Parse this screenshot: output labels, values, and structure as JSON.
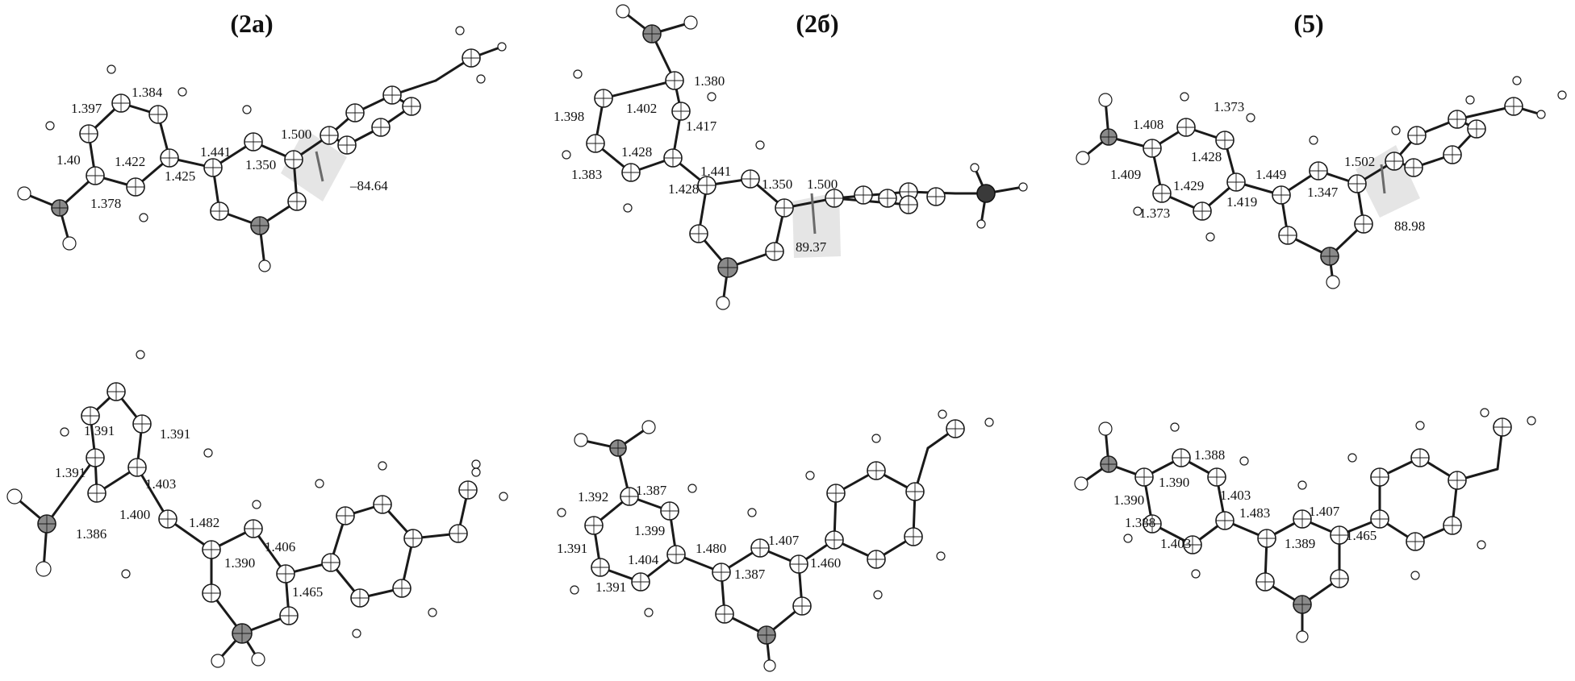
{
  "titles": [
    "(2а)",
    "(2б)",
    "(5)"
  ],
  "molecules": [
    {
      "name": "2a-top",
      "dihedral": "–84.64",
      "labels": [
        "1.397",
        "1.384",
        "1.40",
        "1.422",
        "1.425",
        "1.378",
        "1.441",
        "1.500",
        "1.350"
      ]
    },
    {
      "name": "2b-top",
      "dihedral": "89.37",
      "labels": [
        "1.380",
        "1.402",
        "1.398",
        "1.417",
        "1.428",
        "1.383",
        "1.441",
        "1.428",
        "1.350",
        "1.500"
      ]
    },
    {
      "name": "5-top",
      "dihedral": "88.98",
      "labels": [
        "1.373",
        "1.408",
        "1.428",
        "1.409",
        "1.429",
        "1.449",
        "1.502",
        "1.373",
        "1.419",
        "1.347"
      ]
    },
    {
      "name": "2a-bottom",
      "labels": [
        "1.391",
        "1.391",
        "1.391",
        "1.403",
        "1.400",
        "1.482",
        "1.386",
        "1.390",
        "1.406",
        "1.465"
      ]
    },
    {
      "name": "2b-bottom",
      "labels": [
        "1.392",
        "1.387",
        "1.399",
        "1.391",
        "1.404",
        "1.480",
        "1.407",
        "1.391",
        "1.387",
        "1.460"
      ]
    },
    {
      "name": "5-bottom",
      "labels": [
        "1.388",
        "1.390",
        "1.390",
        "1.403",
        "1.483",
        "1.407",
        "1.388",
        "1.389",
        "1.465",
        "1.403"
      ]
    }
  ]
}
